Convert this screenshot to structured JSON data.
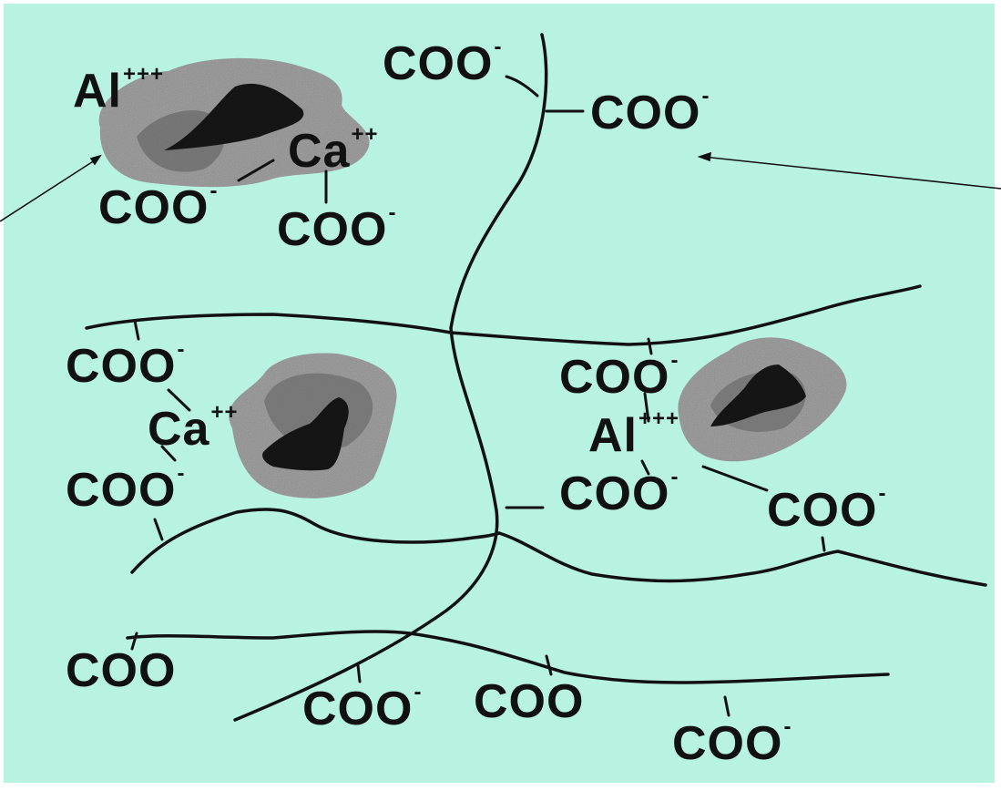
{
  "diagram": {
    "colors": {
      "panel": "#b8f3e1",
      "ink": "#111111",
      "particle_core": "#151515",
      "particle_halo": "#8a8a8a"
    },
    "labels": {
      "carboxylate_charged": "COO",
      "carboxylate_plain": "COO",
      "minus": "-",
      "calcium": "Ca",
      "aluminium": "Al",
      "charge_2plus": "++",
      "charge_3plus": "+++"
    }
  }
}
